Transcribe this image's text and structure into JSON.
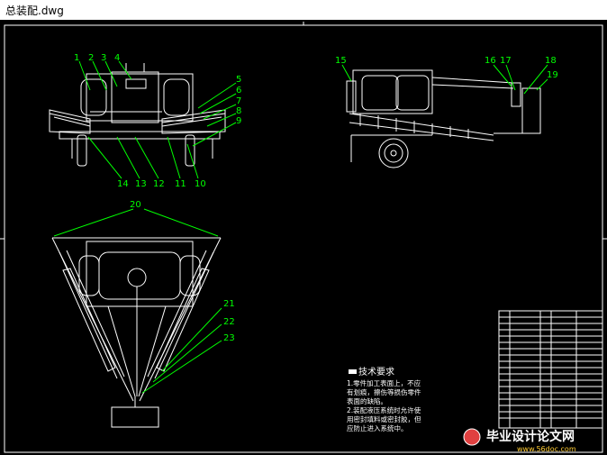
{
  "window": {
    "title": "总装配.dwg"
  },
  "drawing": {
    "part_numbers": {
      "p1": "1",
      "p2": "2",
      "p3": "3",
      "p4": "4",
      "p5": "5",
      "p6": "6",
      "p7": "7",
      "p8": "8",
      "p9": "9",
      "p10": "10",
      "p11": "11",
      "p12": "12",
      "p13": "13",
      "p14": "14",
      "p15": "15",
      "p16": "16",
      "p17": "17",
      "p18": "18",
      "p19": "19",
      "p20": "20",
      "p21": "21",
      "p22": "22",
      "p23": "23"
    },
    "tech_requirements": {
      "heading": "技术要求",
      "line1": "1.零件加工表面上，不应",
      "line2": "有划痕，擦伤等损伤零件",
      "line3": "表面的缺陷。",
      "line4": "2.装配液压系统时允许使",
      "line5": "用密封填料或密封胶，但",
      "line6": "应防止进入系统中。"
    },
    "watermark": {
      "text": "毕业设计论文网",
      "url": "www.56doc.com"
    },
    "colors": {
      "background": "#000000",
      "lines": "#ffffff",
      "leaders": "#00ff00"
    }
  }
}
